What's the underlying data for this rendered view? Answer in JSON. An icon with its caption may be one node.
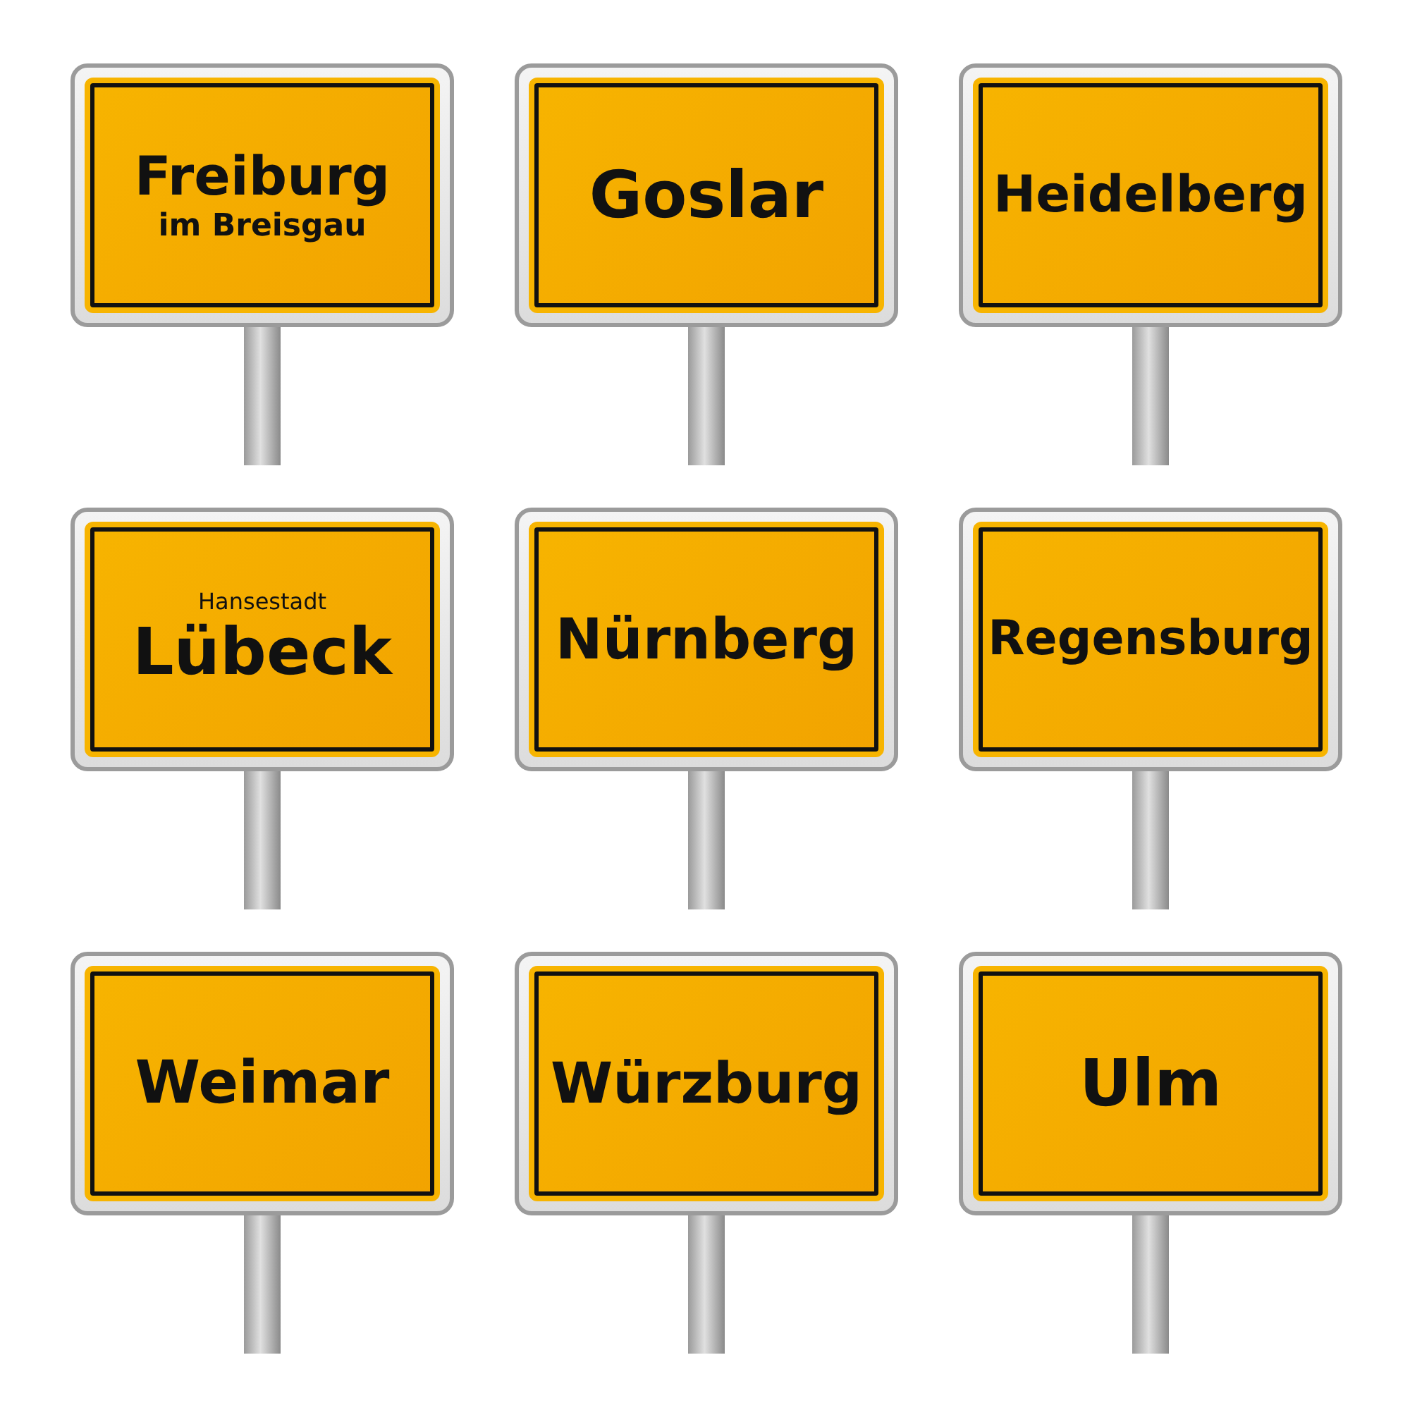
{
  "diagram": {
    "nodes": [
      {
        "text": [
          "Freiburg",
          "im Breisgau"
        ]
      },
      {
        "text": [
          "Goslar"
        ]
      },
      {
        "text": [
          "Heidelberg"
        ]
      },
      {
        "text": [
          "Hansestadt",
          "Lübeck"
        ]
      },
      {
        "text": [
          "Nürnberg"
        ]
      },
      {
        "text": [
          "Regensburg"
        ]
      },
      {
        "text": [
          "Weimar"
        ]
      },
      {
        "text": [
          "Würzburg"
        ]
      },
      {
        "text": [
          "Ulm"
        ]
      }
    ]
  }
}
